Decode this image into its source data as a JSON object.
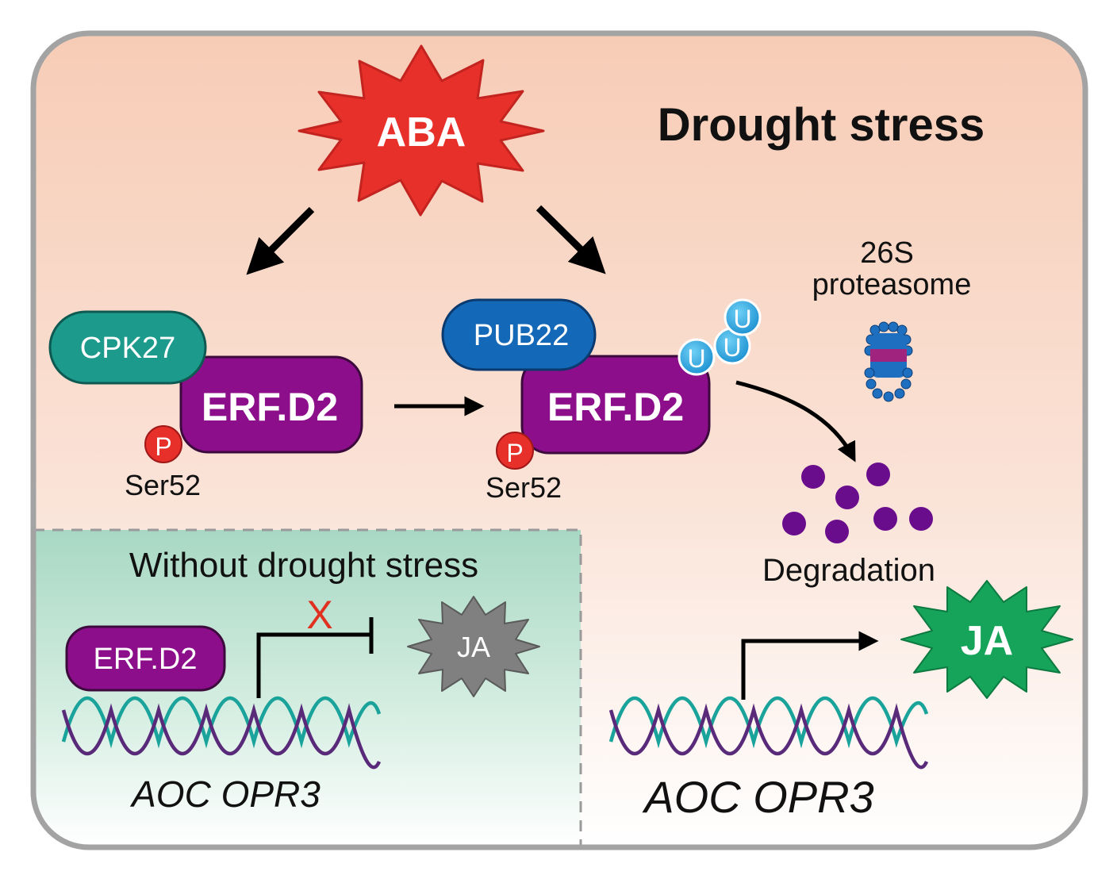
{
  "title": "Drought stress",
  "hormone_aba": "ABA",
  "kinase": "CPK27",
  "e3_ligase": "PUB22",
  "erf_left": "ERF.D2",
  "erf_right": "ERF.D2",
  "erf_small": "ERF.D2",
  "phospho_left": "P",
  "phospho_right": "P",
  "site_left": "Ser52",
  "site_right": "Ser52",
  "ubiquitin": [
    "U",
    "U",
    "U"
  ],
  "proteasome_line1": "26S",
  "proteasome_line2": "proteasome",
  "degradation": "Degradation",
  "inset_title": "Without drought stress",
  "blocked_mark": "X",
  "ja_inactive": "JA",
  "ja_active": "JA",
  "genes_left": "AOC OPR3",
  "genes_right": "AOC OPR3",
  "colors": {
    "aba_red": "#e8302a",
    "erf_purple": "#8c0e8a",
    "cpk_teal": "#1c9a8c",
    "pub_blue": "#1468b8",
    "ubiquitin_blue": "#2aa6e0",
    "ja_green": "#16a35a",
    "ja_gray": "#808080",
    "dot_purple": "#6a0d8c",
    "dna_teal": "#1aa39a",
    "dna_purple": "#5a2a7a"
  }
}
